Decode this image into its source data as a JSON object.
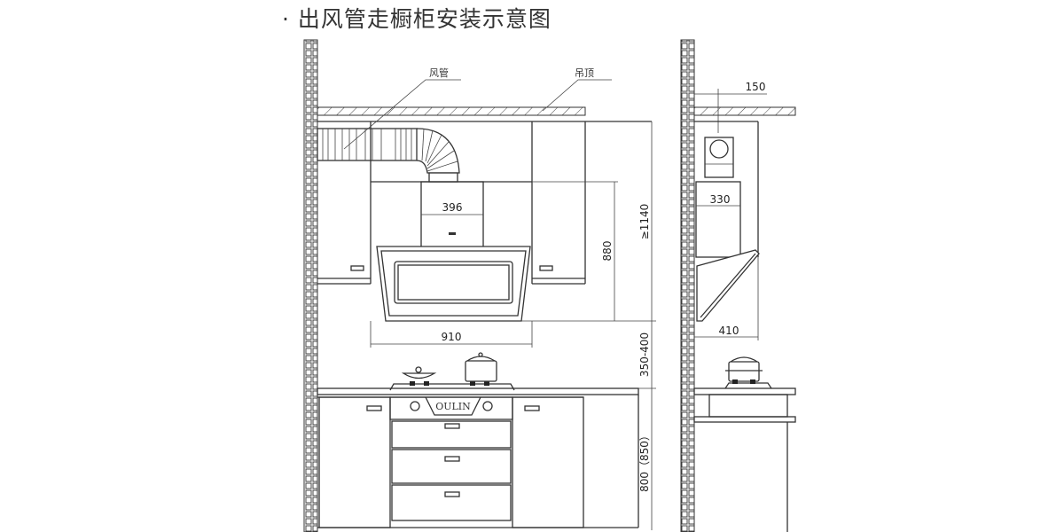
{
  "title": "· 出风管走橱柜安装示意图",
  "labels": {
    "duct": "风管",
    "ceiling": "吊顶",
    "brand": "OULIN"
  },
  "dimensions": {
    "chimney_width_front": "396",
    "hood_width": "910",
    "hood_height": "880",
    "total_height": "≥1140",
    "hood_to_stove": "350-400",
    "counter_height": "800（850）",
    "wall_to_duct": "150",
    "chimney_depth": "330",
    "hood_depth": "410"
  }
}
